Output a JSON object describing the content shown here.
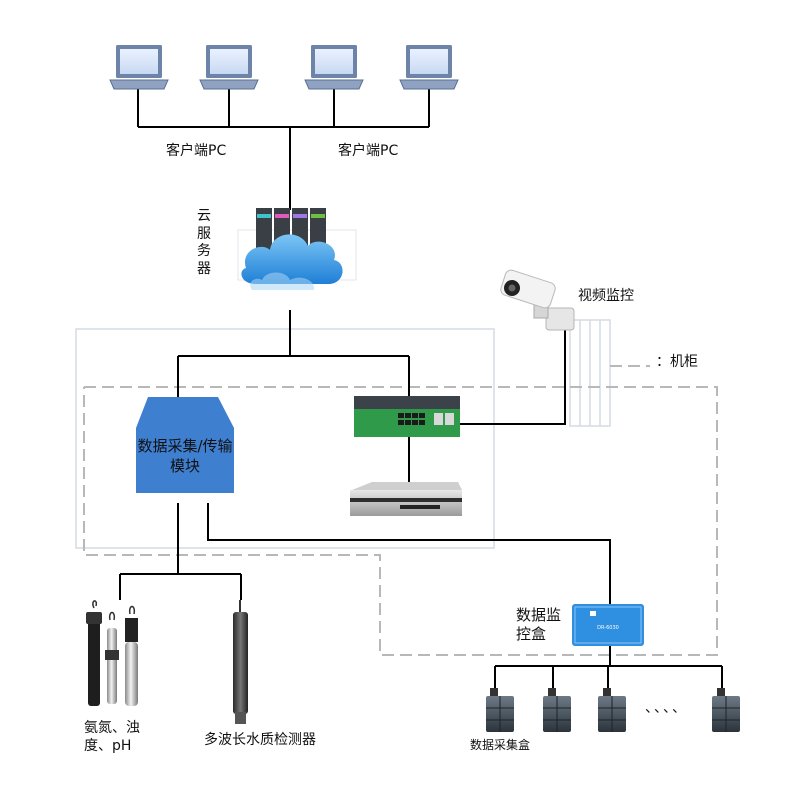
{
  "labels": {
    "client_pc_left": "客户端PC",
    "client_pc_right": "客户端PC",
    "cloud_server": "云服务器",
    "video_monitor": "视频监控",
    "cabinet_legend": "：机柜",
    "acquisition_module": "数据采集/传输模块",
    "monitor_box": "数据监控盒",
    "ammonia_sensors": "氨氮、浊度、pH",
    "multiwave_detector": "多波长水质检测器",
    "collection_box": "数据采集盒",
    "ellipsis": "、、、、",
    "box_device_title": "DR-6030"
  },
  "colors": {
    "module_blue": "#3f7fd0",
    "switch_green": "#2f9a4a",
    "monitor_box_blue": "#2f8fe0",
    "cloud_blue": "#3aa0e8",
    "dashed_border": "#b8b8b8",
    "cabinet_border": "#cfd8e0",
    "line": "#000000"
  }
}
